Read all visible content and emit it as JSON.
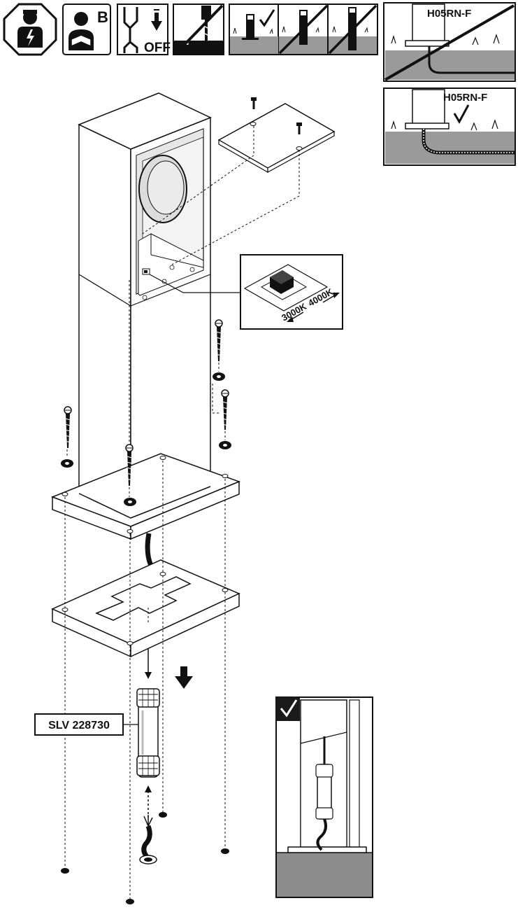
{
  "warnings": {
    "instructions_letter": "B",
    "power_off": "OFF"
  },
  "cable_panels": {
    "wrong": {
      "cable_type": "H05RN-F"
    },
    "right": {
      "cable_type": "H05RN-F"
    }
  },
  "cct_switch": {
    "option_a": "3000K",
    "option_b": "4000K"
  },
  "connector": {
    "part_number": "SLV 228730"
  },
  "colors": {
    "line": "#111111",
    "soil": "#8c8c8c",
    "panel_dark": "#1a1a1a"
  }
}
